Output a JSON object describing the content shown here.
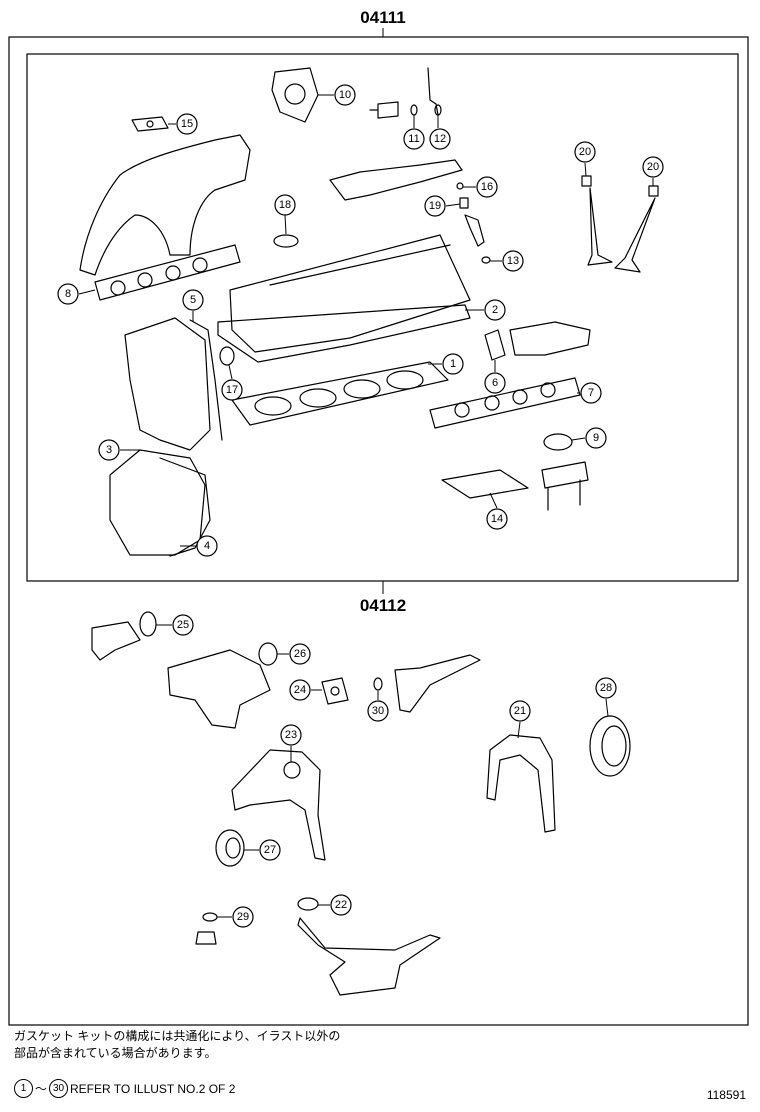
{
  "groups": {
    "upper_code": "04111",
    "lower_code": "04112"
  },
  "callouts": [
    "1",
    "2",
    "3",
    "4",
    "5",
    "6",
    "7",
    "8",
    "9",
    "10",
    "11",
    "12",
    "13",
    "14",
    "15",
    "16",
    "17",
    "18",
    "19",
    "20",
    "20",
    "21",
    "22",
    "23",
    "24",
    "25",
    "26",
    "27",
    "28",
    "29",
    "30"
  ],
  "notes": {
    "jp_line1": "ガスケット キットの構成には共通化により、イラスト以外の",
    "jp_line2": "部品が含まれている場合があります。",
    "refer_from": "1",
    "refer_tilde": "～",
    "refer_to": "30",
    "refer_text": "REFER TO ILLUST NO.2 OF 2"
  },
  "illustration_id": "118591"
}
